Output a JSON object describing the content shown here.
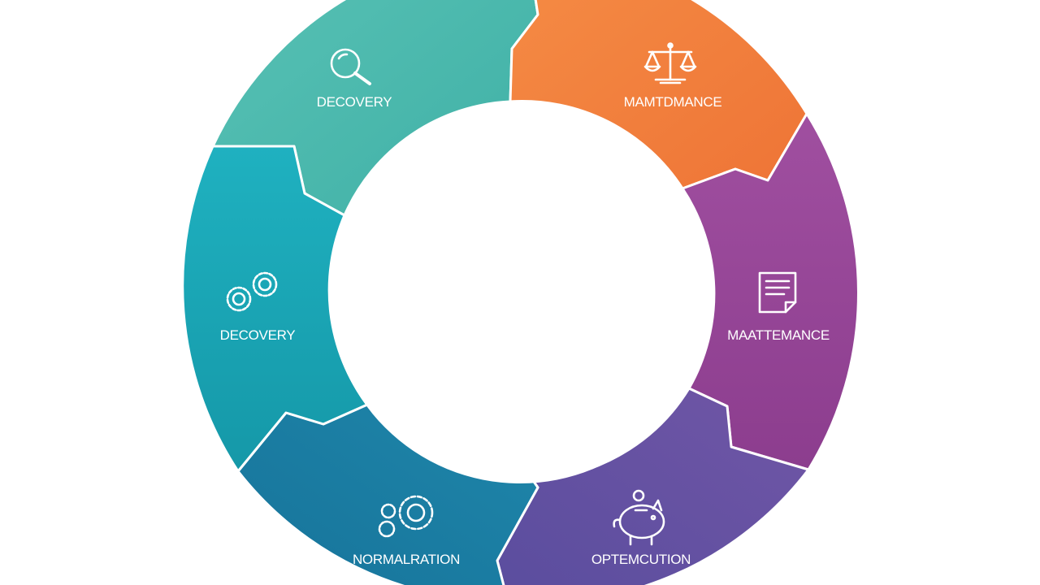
{
  "diagram": {
    "segments": [
      {
        "label": "DECOVERY",
        "icon": "magnifier-icon",
        "color_start": "#59c2b5",
        "color_end": "#3fb0a6"
      },
      {
        "label": "MAMTDMANCE",
        "icon": "balance-scale-icon",
        "color_start": "#f58c45",
        "color_end": "#ee7436"
      },
      {
        "label": "MAATTEMANCE",
        "icon": "document-icon",
        "color_start": "#a04fa0",
        "color_end": "#8c3d8e"
      },
      {
        "label": "OPTEMCUTION",
        "icon": "piggy-bank-icon",
        "color_start": "#7056a6",
        "color_end": "#5a4d9e"
      },
      {
        "label": "NORMALRATION",
        "icon": "gears-icon",
        "color_start": "#1f86aa",
        "color_end": "#16739a"
      },
      {
        "label": "DECOVERY",
        "icon": "gears-icon",
        "color_start": "#1fb1c0",
        "color_end": "#1598a8"
      }
    ]
  }
}
